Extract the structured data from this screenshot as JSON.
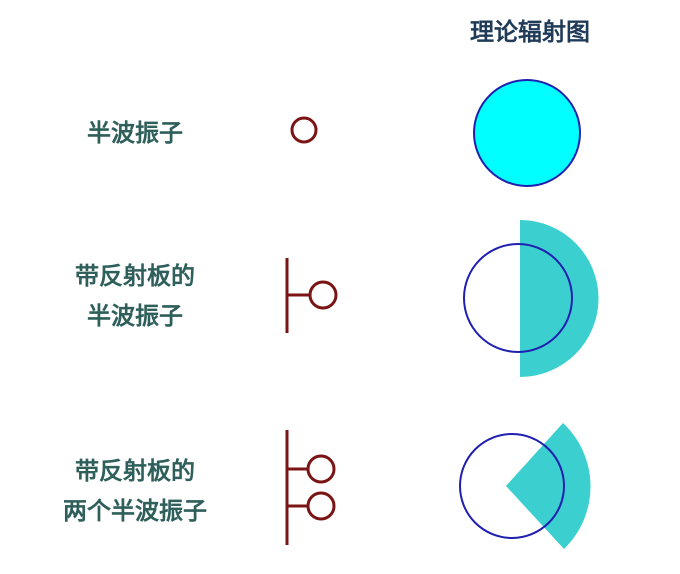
{
  "header": {
    "title": "理论辐射图"
  },
  "rows": [
    {
      "label_line1": "半波振子",
      "label_line2": ""
    },
    {
      "label_line1": "带反射板的",
      "label_line2": "半波振子"
    },
    {
      "label_line1": "带反射板的",
      "label_line2": "两个半波振子"
    }
  ],
  "colors": {
    "label_text": "#2f5f5b",
    "header_text": "#1f3b57",
    "element_stroke": "#7b1414",
    "pattern_fill_bright": "#00ffff",
    "pattern_fill": "#3ccfcf",
    "pattern_circle_stroke": "#1f1fb0"
  }
}
